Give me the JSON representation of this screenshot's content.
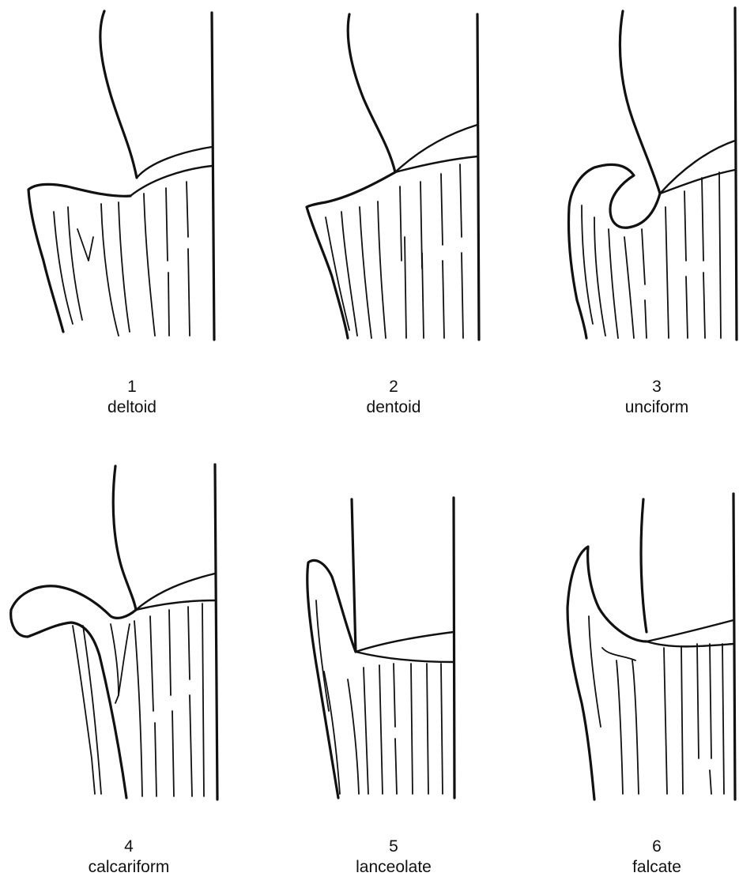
{
  "figures": [
    {
      "number": "1",
      "name": "deltoid"
    },
    {
      "number": "2",
      "name": "dentoid"
    },
    {
      "number": "3",
      "name": "unciform"
    },
    {
      "number": "4",
      "name": "calcariform"
    },
    {
      "number": "5",
      "name": "lanceolate"
    },
    {
      "number": "6",
      "name": "falcate"
    }
  ],
  "colors": {
    "ink": "#111111",
    "background": "#ffffff"
  }
}
